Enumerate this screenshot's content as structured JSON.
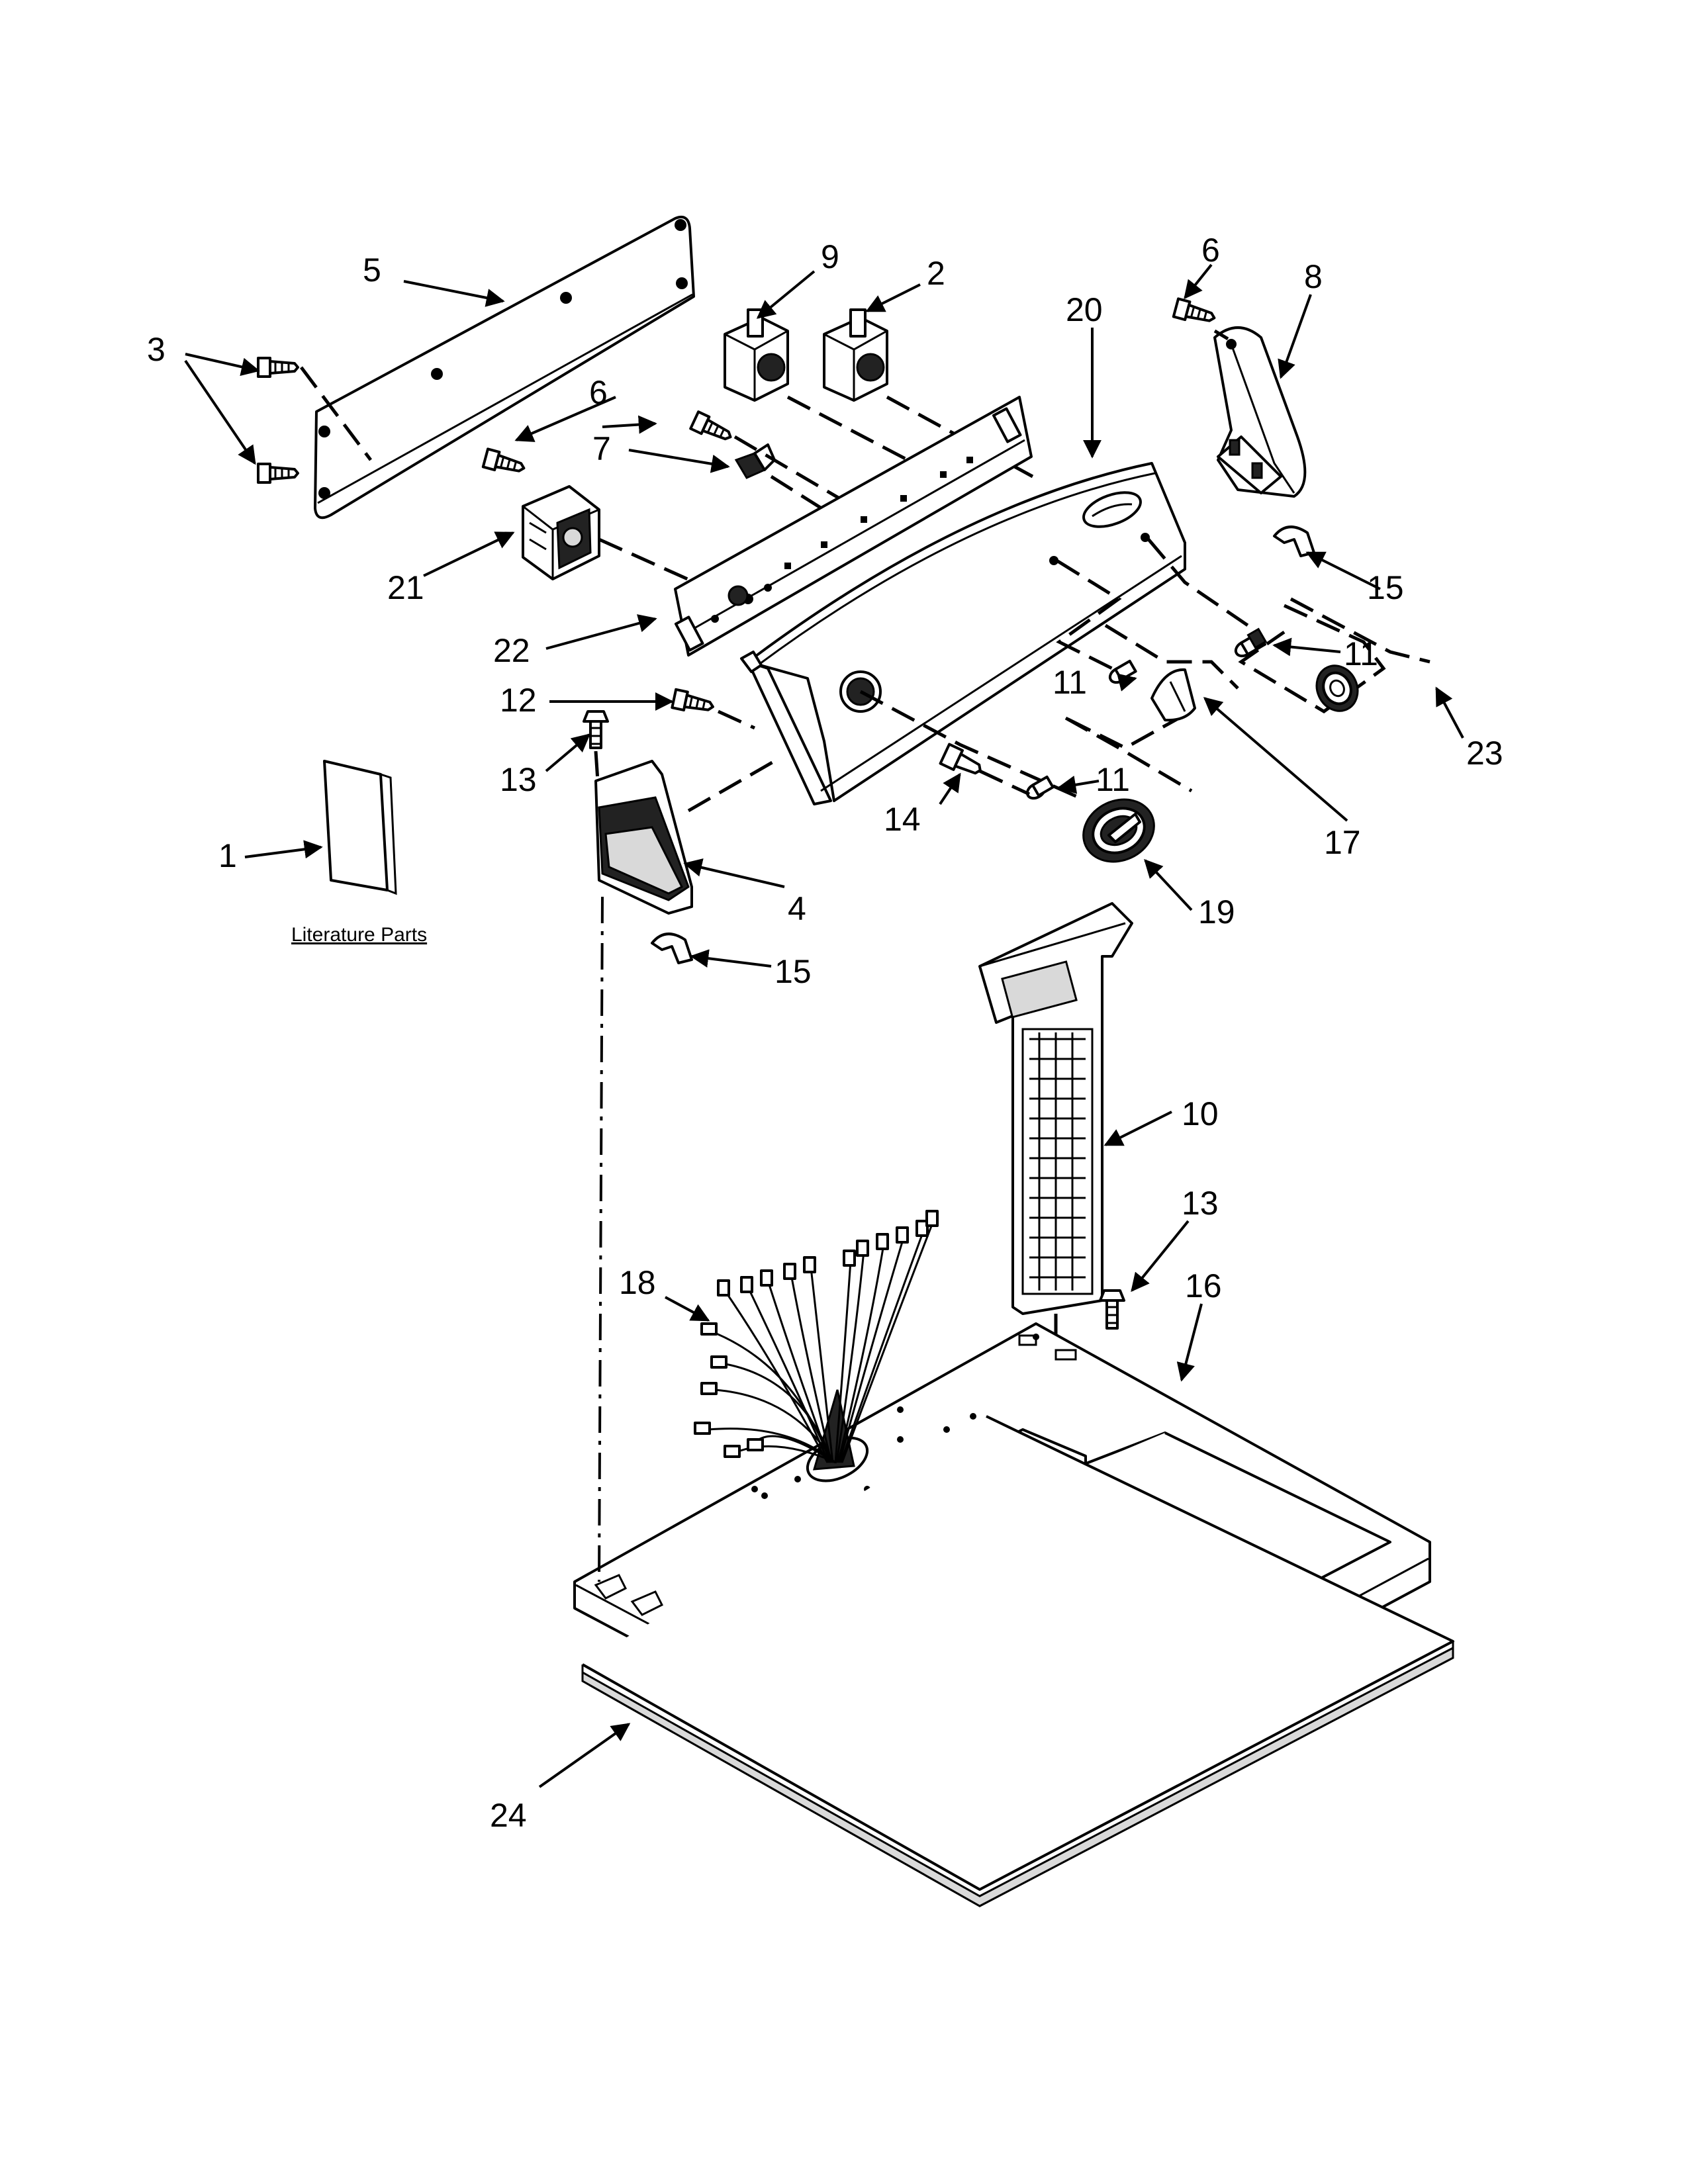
{
  "diagram": {
    "literature_label": "Literature Parts",
    "callouts": [
      "1",
      "2",
      "3",
      "4",
      "5",
      "6",
      "6",
      "7",
      "8",
      "9",
      "10",
      "11",
      "11",
      "11",
      "12",
      "13",
      "13",
      "14",
      "15",
      "15",
      "16",
      "17",
      "18",
      "19",
      "20",
      "21",
      "22",
      "23",
      "24"
    ]
  }
}
